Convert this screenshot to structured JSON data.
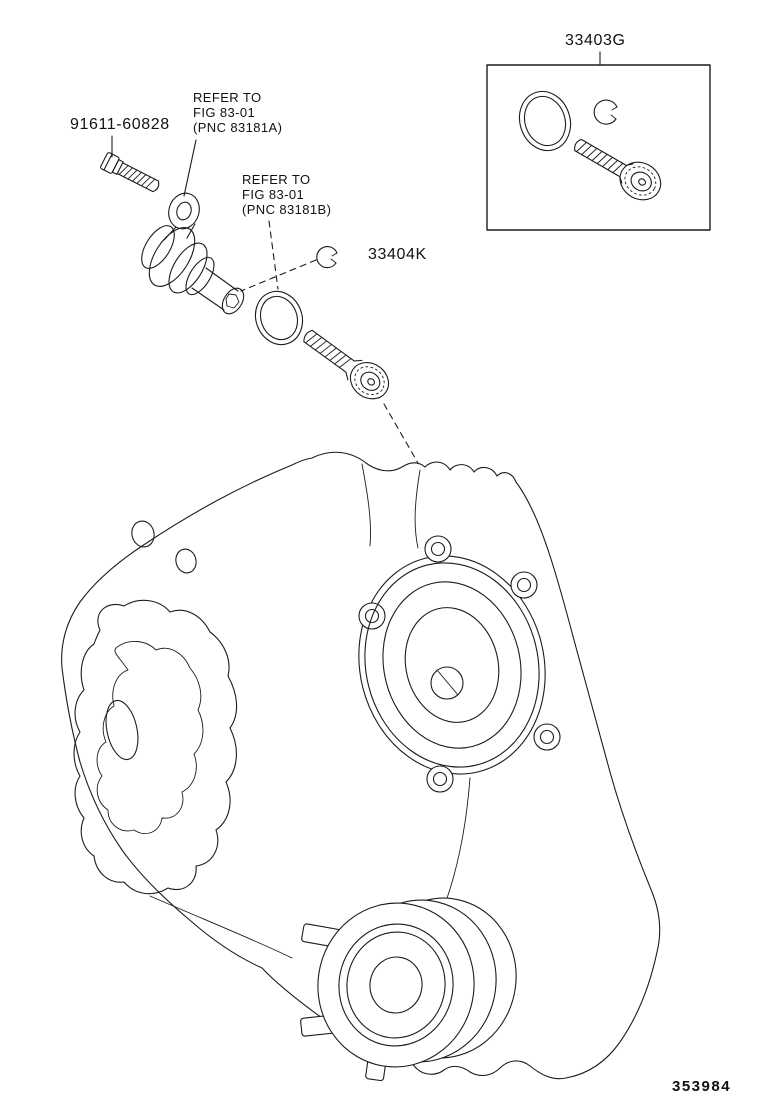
{
  "diagram": {
    "drawing_number": "353984",
    "callouts": {
      "bolt_part": "91611-60828",
      "kit_part": "33403G",
      "oring_part": "33404K"
    },
    "notes": {
      "note_a_line1": "REFER TO",
      "note_a_line2": "FIG 83-01",
      "note_a_line3": "(PNC 83181A)",
      "note_b_line1": "REFER TO",
      "note_b_line2": "FIG 83-01",
      "note_b_line3": "(PNC 83181B)"
    },
    "colors": {
      "line": "#1c1c1c",
      "background": "#ffffff"
    }
  }
}
